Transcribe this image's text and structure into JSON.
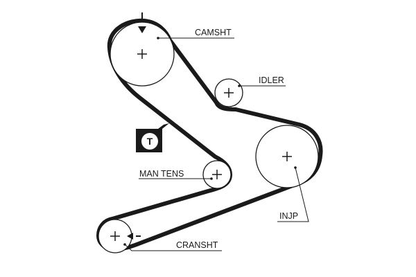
{
  "labels": {
    "camshaft": "CAMSHT",
    "idler": "IDLER",
    "manual_tensioner": "MAN TENS",
    "injection_pump": "INJP",
    "crankshaft": "CRANSHT"
  },
  "tension_badge": {
    "letter": "T"
  },
  "colors": {
    "line": "#1a1a1a",
    "background": "#ffffff"
  },
  "icons": [
    "timing-mark-arrow-icon",
    "tension-gauge-icon"
  ]
}
